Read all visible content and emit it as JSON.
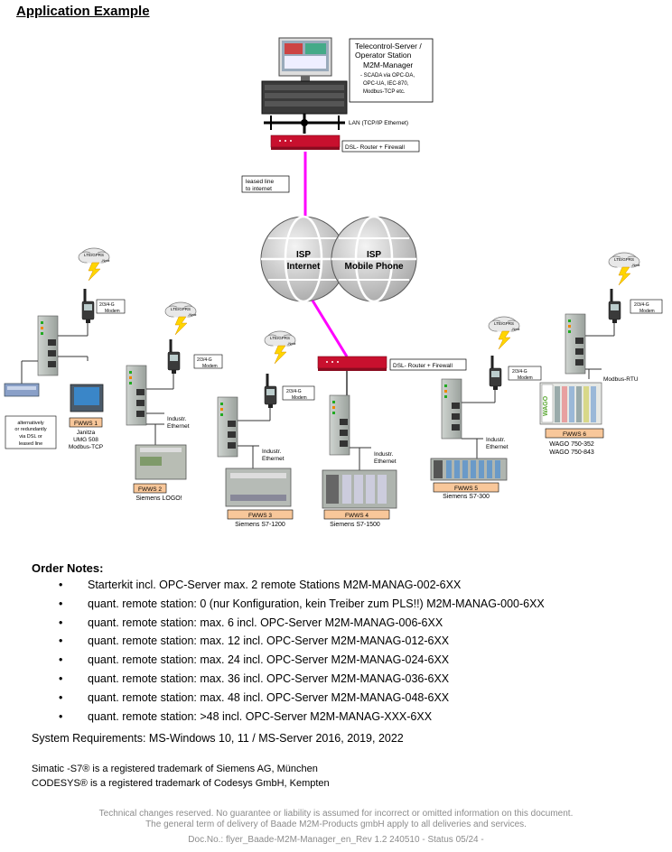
{
  "title": "Application Example",
  "diagram": {
    "server_box": {
      "line1": "Telecontrol-Server /",
      "line2": "Operator Station",
      "line3": "M2M-Manager",
      "line4": "- SCADA via OPC-DA,",
      "line5": "OPC-UA, IEC-870,",
      "line6": "Modbus-TCP etc."
    },
    "lan_label": "LAN (TCP/IP Ethernet)",
    "dsl_router_label": "DSL- Router + Firewall",
    "leased_line_label1": "leased line",
    "leased_line_label2": "to internet",
    "isp1_line1": "ISP",
    "isp1_line2": "Internet",
    "isp2_line1": "ISP",
    "isp2_line2": "Mobile Phone",
    "cloud_label1": "LTE/GPRS",
    "cloud_label2": "-Netz",
    "modem_label1": "2/3/4-G",
    "modem_label2": "Modem",
    "industr_eth1": "Industr.",
    "industr_eth2": "Ethernet",
    "modbus_rtu": "Modbus-RTU",
    "alt_note1": "alternatively",
    "alt_note2": "or redundantly",
    "alt_note3": "via DSL or",
    "alt_note4": "leased line",
    "fwws1": "FWWS 1",
    "fwws1_sub1": "Janitza",
    "fwws1_sub2": "UMG 508",
    "fwws1_sub3": "Modbus-TCP",
    "fwws2": "FWWS 2",
    "fwws2_sub": "Siemens LOGO!",
    "fwws3": "FWWS 3",
    "fwws3_sub": "Siemens S7-1200",
    "fwws4": "FWWS 4",
    "fwws4_sub": "Siemens S7-1500",
    "fwws5": "FWWS 5",
    "fwws5_sub": "Siemens S7-300",
    "fwws6": "FWWS 6",
    "fwws6_sub1": "WAGO 750-352",
    "fwws6_sub2": "WAGO 750-843",
    "wago_logo": "WAGO"
  },
  "order_notes": {
    "heading": "Order Notes:",
    "bullet": "•",
    "items": [
      "Starterkit incl. OPC-Server max. 2 remote Stations M2M-MANAG-002-6XX",
      "quant. remote station: 0 (nur Konfiguration, kein Treiber zum PLS!!) M2M-MANAG-000-6XX",
      "quant. remote station: max. 6 incl. OPC-Server M2M-MANAG-006-6XX",
      "quant. remote station: max. 12 incl. OPC-Server M2M-MANAG-012-6XX",
      "quant. remote station: max. 24 incl. OPC-Server M2M-MANAG-024-6XX",
      "quant. remote station: max. 36 incl. OPC-Server M2M-MANAG-036-6XX",
      "quant. remote station: max. 48 incl. OPC-Server M2M-MANAG-048-6XX",
      "quant. remote station: >48 incl. OPC-Server M2M-MANAG-XXX-6XX"
    ]
  },
  "system_requirements": "System Requirements: MS-Windows 10, 11 / MS-Server 2016, 2019, 2022",
  "trademarks": {
    "line1": "Simatic -S7®  is a registered  trademark of Siemens AG, München",
    "line2": "CODESYS® is a registered  trademark of Codesys GmbH, Kempten"
  },
  "footer": {
    "line1": "Technical changes reserved. No guarantee or liability is assumed for incorrect or omitted information on this document.",
    "line2": "The general term of delivery of Baade M2M-Products gmbH apply to all deliveries and services.",
    "line3": "Doc.No.: flyer_Baade-M2M-Manager_en_Rev 1.2 240510    - Status 05/24 -"
  },
  "colors": {
    "link_magenta": "#ff00ff",
    "router_red": "#c8102e",
    "label_orange": "#f8c79a",
    "globe_gray": "#c8c8c8"
  }
}
